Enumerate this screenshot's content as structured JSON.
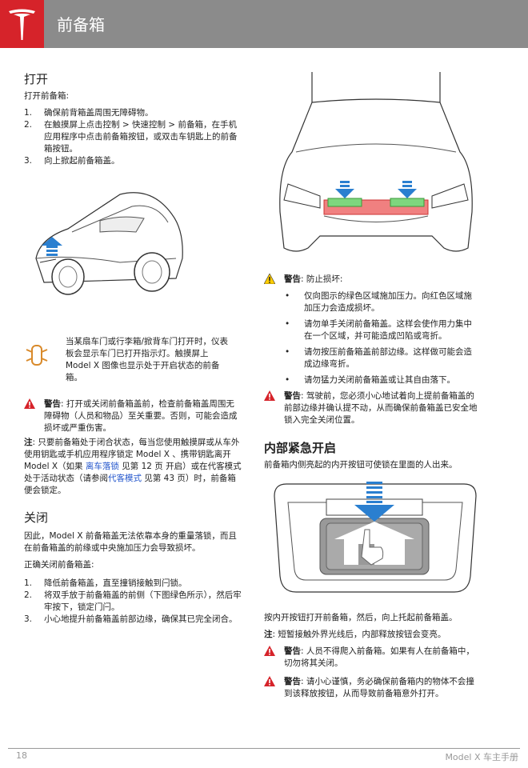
{
  "header": {
    "title": "前备箱"
  },
  "open": {
    "heading": "打开",
    "intro": "打开前备箱:",
    "steps": [
      {
        "num": "1.",
        "text": "确保前背箱盖周围无障碍物。"
      },
      {
        "num": "2.",
        "text": "在触摸屏上点击控制 > 快速控制 > 前备箱，在手机应用程序中点击前备箱按钮，或双击车钥匙上的前备箱按钮。"
      },
      {
        "num": "3.",
        "text": "向上掀起前备箱盖。"
      }
    ],
    "note": "当某扇车门或行李箱/掀背车门打开时，仪表板会显示车门已打开指示灯。触摸屏上 Model X 图像也显示处于开启状态的前备箱。",
    "warning_label": "警告",
    "warning_text": ": 打开或关闭前备箱盖前，检查前备箱盖周围无障碍物（人员和物品）至关重要。否则，可能会造成损坏或严重伤害。",
    "caution_label": "注",
    "caution_pre": ": 只要前备箱处于闭合状态，每当您使用触摸屏或从车外使用钥匙或手机应用程序锁定 Model X 、携带钥匙离开 Model X（如果 ",
    "caution_link1": "离车落锁",
    "caution_mid1": " 见第 12 页 开启）或在代客模式处于活动状态（请参阅",
    "caution_link2": "代客模式",
    "caution_mid2": " 见第 43 页）时，前备箱便会锁定。"
  },
  "close": {
    "heading": "关闭",
    "intro1": "因此，Model X 前备箱盖无法依靠本身的重量落锁，而且在前备箱盖的前缘或中央施加压力会导致损坏。",
    "intro2": "正确关闭前备箱盖:",
    "steps": [
      {
        "num": "1.",
        "text": "降低前备箱盖，直至撞销接触到闩锁。"
      },
      {
        "num": "2.",
        "text": "将双手放于前备箱盖的前侧（下图绿色所示），然后牢牢按下，锁定门闩。"
      },
      {
        "num": "3.",
        "text": "小心地提升前备箱盖前部边缘，确保其已完全闭合。"
      }
    ]
  },
  "right": {
    "warning_label": "警告",
    "warning_title": ": 防止损坏:",
    "bullets": [
      "仅向图示的绿色区域施加压力。向红色区域施加压力会造成损坏。",
      "请勿单手关闭前备箱盖。这样会使作用力集中在一个区域，并可能造成凹陷或弯折。",
      "请勿按压前备箱盖前部边缘。这样做可能会造成边缘弯折。",
      "请勿猛力关闭前备箱盖或让其自由落下。"
    ],
    "bullet_mark": "•",
    "warning2_label": "警告",
    "warning2_text": ": 驾驶前，您必须小心地试着向上提前备箱盖的前部边缘并确认提不动，从而确保前备箱盖已安全地锁入完全关闭位置。",
    "emergency_heading": "内部紧急开启",
    "emergency_intro": "前备箱内侧亮起的内开按钮可使锁在里面的人出来。",
    "after_fig": "按内开按钮打开前备箱，然后，向上托起前备箱盖。",
    "note_label": "注",
    "note_text": ": 短暂接触外界光线后，内部释放按钮会变亮。",
    "warning3_label": "警告",
    "warning3_text": ": 人员不得爬入前备箱。如果有人在前备箱中，切勿将其关闭。",
    "warning4_label": "警告",
    "warning4_text": ": 请小心谨慎，务必确保前备箱内的物体不会撞到该释放按钮，从而导致前备箱意外打开。"
  },
  "footer": {
    "page": "18",
    "manual": "Model X 车主手册"
  },
  "colors": {
    "header_bg": "#8b8b8b",
    "logo_bg": "#d6232a",
    "link": "#2255cc",
    "warning_red": "#d6232a",
    "push_green": "#7ed67e",
    "avoid_red": "#f08080",
    "arrow_blue": "#2a7fd0"
  }
}
